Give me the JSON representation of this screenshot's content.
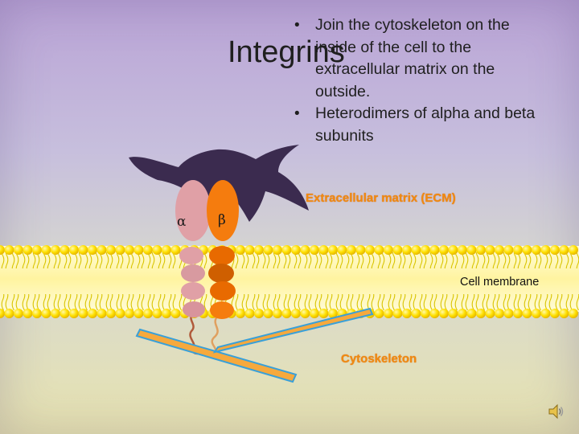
{
  "slide": {
    "title": "Integrins",
    "bullets": [
      "Join the cytoskeleton on the inside of the cell to the extracellular matrix on the outside.",
      "Heterodimers of alpha and beta subunits"
    ]
  },
  "diagram": {
    "alpha_label": "α",
    "beta_label": "β",
    "ecm_label": "Extracellular matrix (ECM)",
    "membrane_label": "Cell membrane",
    "cytoskeleton_label": "Cytoskeleton",
    "colors": {
      "ecm": "#3b2b4f",
      "alpha": "#e0a0a6",
      "alpha_dark": "#b9737c",
      "beta": "#f57c0e",
      "beta_dark": "#cf5f00",
      "membrane_head": "#ffe000",
      "membrane_band": "#fff7c0",
      "cytoskeleton_fill": "#f6a93d",
      "cytoskeleton_edge": "#3aa0d8",
      "label_orange": "#f08a10"
    },
    "sound_icon": "speaker-icon"
  }
}
